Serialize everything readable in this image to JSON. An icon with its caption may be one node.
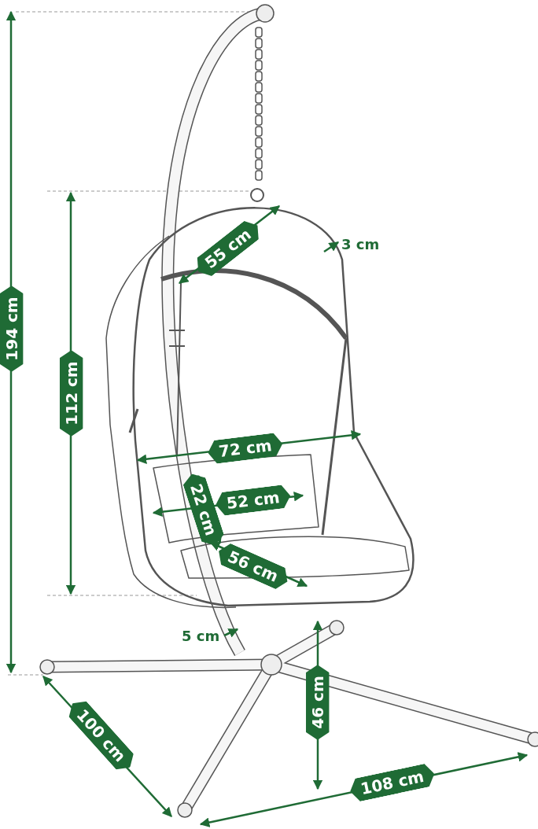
{
  "diagram": {
    "labels": [
      "194 cm",
      "112 cm",
      "55 cm",
      "3 cm",
      "72 cm",
      "52 cm",
      "22 cm",
      "56 cm",
      "5 cm",
      "46 cm",
      "100 cm",
      "108 cm"
    ]
  }
}
